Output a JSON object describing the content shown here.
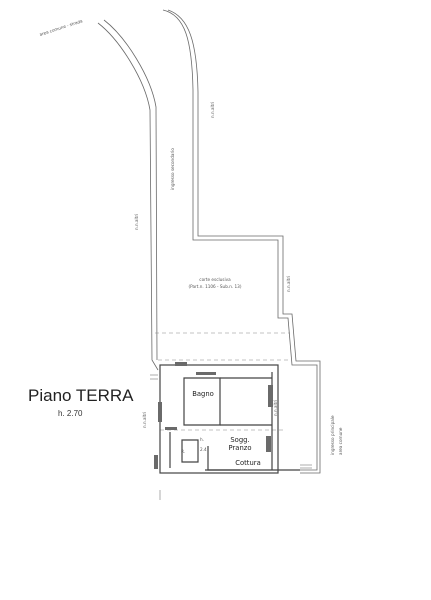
{
  "title": "Piano TERRA",
  "height_label": "h. 2.70",
  "labels": {
    "street": "area comune - strada",
    "boundary_top_right": "n.n.altri",
    "boundary_left": "n.n.altri",
    "boundary_mid_right": "n.n.altri",
    "boundary_lower_left": "n.n.altri",
    "boundary_lower_mid": "n.n.altri",
    "secondary_entrance": "ingresso secondario",
    "main_entrance": "ingresso principale",
    "common_area": "area comune",
    "courtyard": "corte esclusiva",
    "parcel": "(Part.n. 1106 - Sub.n. 13)",
    "bathroom": "Bagno",
    "living_line1": "Sogg.",
    "living_line2": "Pranzo",
    "kitchen": "Cottura",
    "room_r": "R.",
    "dim_1": "h.",
    "dim_2": "2.4"
  },
  "colors": {
    "wall": "#555555",
    "line": "#777777",
    "text": "#333333"
  }
}
